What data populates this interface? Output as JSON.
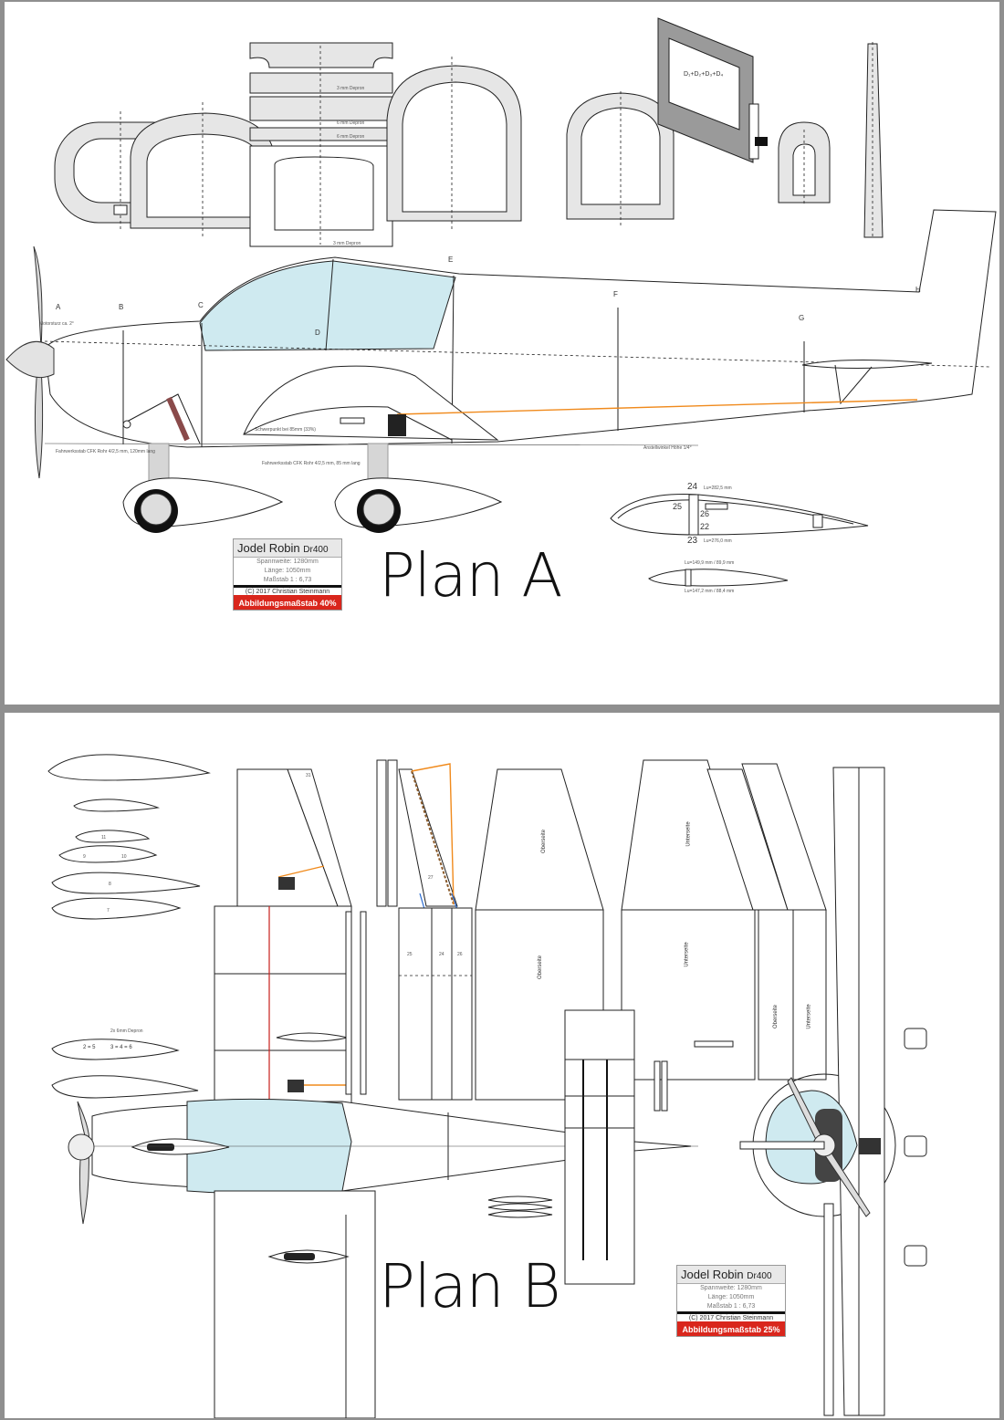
{
  "sheets": {
    "a": {
      "title": "Plan A",
      "section_letters": [
        "A",
        "B",
        "C",
        "D",
        "E",
        "F",
        "G",
        "H"
      ],
      "notes": {
        "motor": "Motorsturz ca. 2°",
        "gear_front": "Fahrwerksstab CFK Rohr 4/2,5 mm, 120mm lang",
        "gear_main": "Fahrwerksstab CFK Rohr 4/2,5 mm, 85 mm lang",
        "cg": "Schwerpunkt bei 85mm (33%)",
        "incidence": "Anstellwinkel Höhe 1/4°",
        "depron_3": "3 mm Depron",
        "depron_6a": "6 mm Depron",
        "depron_6b": "6 mm Depron",
        "depron_3b": "3 mm Depron",
        "door_formula": "D₁+D₂+D₃+D₄"
      },
      "airfoil": {
        "rib_24": "24",
        "rib_25": "25",
        "rib_26": "26",
        "rib_22": "22",
        "rib_23": "23",
        "top_len": "Lu=282,5 mm",
        "bottom_len": "Lu=276,0 mm",
        "small_top": "Lu=149,9 mm / 89,9 mm",
        "small_bottom": "Lu=147,2 mm / 88,4 mm"
      },
      "titleblock": {
        "name": "Jodel Robin",
        "model": "Dr400",
        "span": "Spannweite: 1280mm",
        "length": "Länge: 1050mm",
        "scale": "Maßstab 1 : 6,73",
        "copyright": "(C) 2017 Christian Steinmann",
        "print_scale": "Abbildungsmaßstab 40%"
      }
    },
    "b": {
      "title": "Plan B",
      "labels": {
        "oberseite": "Oberseite",
        "unterseite": "Unterseite",
        "depron_note": "2x 6mm Depron",
        "ribs_2_5": "2 = 5",
        "ribs_3_4": "3 = 4 = 6",
        "n7": "7",
        "n8": "8",
        "n9": "9",
        "n10": "10",
        "n11": "11",
        "n25": "25",
        "n24": "24",
        "n26": "26",
        "n27": "27",
        "n31": "31"
      },
      "titleblock": {
        "name": "Jodel Robin",
        "model": "Dr400",
        "span": "Spannweite: 1280mm",
        "length": "Länge: 1050mm",
        "scale": "Maßstab 1 : 6,73",
        "copyright": "(C) 2017 Christian Steinmann",
        "print_scale": "Abbildungsmaßstab 25%"
      }
    }
  },
  "colors": {
    "glass": "#cfeaf0",
    "accent_red": "#d9261c",
    "pushrod_orange": "#f08a1c",
    "hinge_blue": "#2a6bd0"
  }
}
